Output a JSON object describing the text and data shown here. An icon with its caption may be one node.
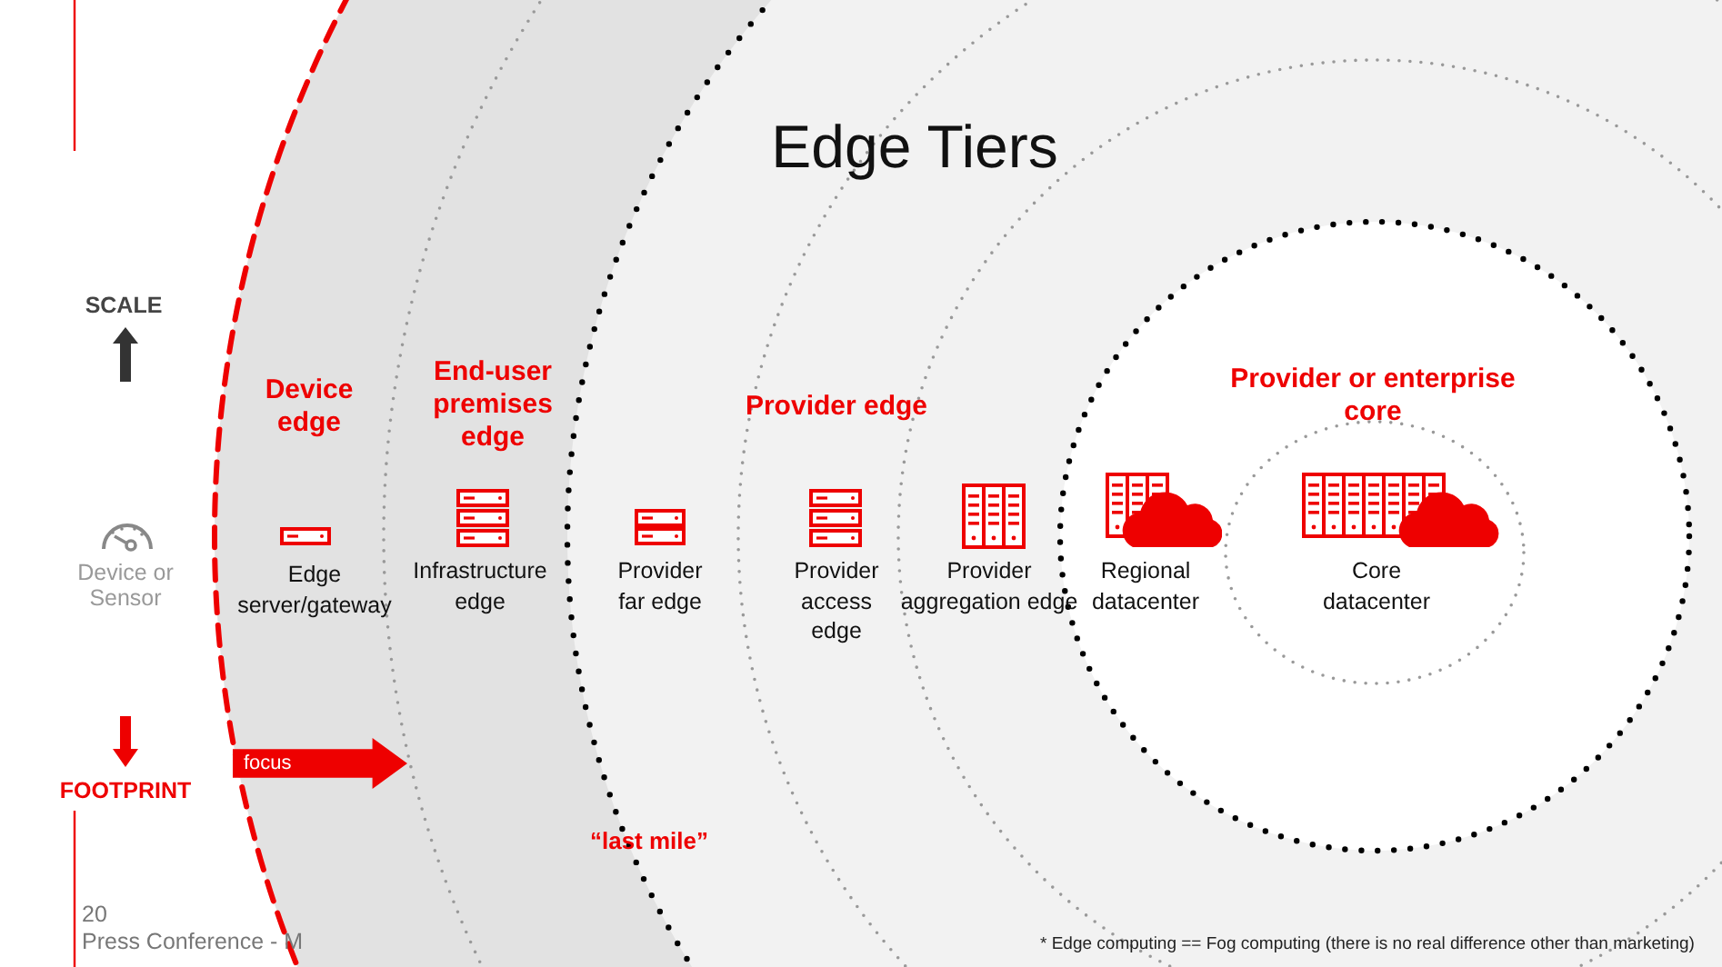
{
  "diagram": {
    "title": "Edge Tiers",
    "nodes": [
      {
        "text": [
          "focus"
        ]
      }
    ],
    "labels": [
      "SCALE",
      "Device edge",
      "End-user premises edge",
      "Provider edge",
      "Provider or enterprise core",
      "Device or Sensor",
      "Edge server/gateway",
      "Infrastructure edge",
      "Provider far edge",
      "Provider access edge",
      "Provider aggregation edge",
      "Regional datacenter",
      "Core datacenter",
      "FOOTPRINT",
      "“last mile”",
      "20",
      "Press Conference - M",
      "* Edge computing == Fog computing (there is no real difference other than marketing)"
    ]
  }
}
